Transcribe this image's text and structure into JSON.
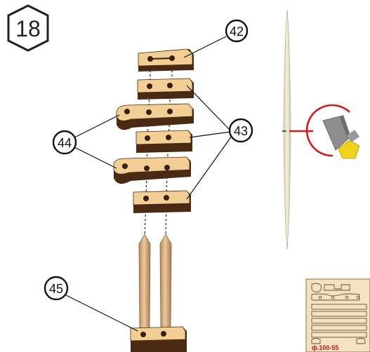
{
  "step": {
    "number": "18"
  },
  "callouts": {
    "c42": "42",
    "c43": "43",
    "c44": "44",
    "c45": "45"
  },
  "sheet": {
    "label": "ф.100-55"
  },
  "icons": {
    "step_badge": "hexagon-step-icon",
    "knife": "hobby-knife-icon",
    "toothpick": "toothpick-icon",
    "sheet": "parts-sheet-icon"
  },
  "colors": {
    "wood_top": "#f3cf96",
    "wood_side": "#4a2a12",
    "pin": "#d9b48b",
    "callout_stroke": "#111111",
    "cut_mark": "#d81818",
    "blade": "#8e8e8e",
    "grip": "#f0d21e"
  }
}
